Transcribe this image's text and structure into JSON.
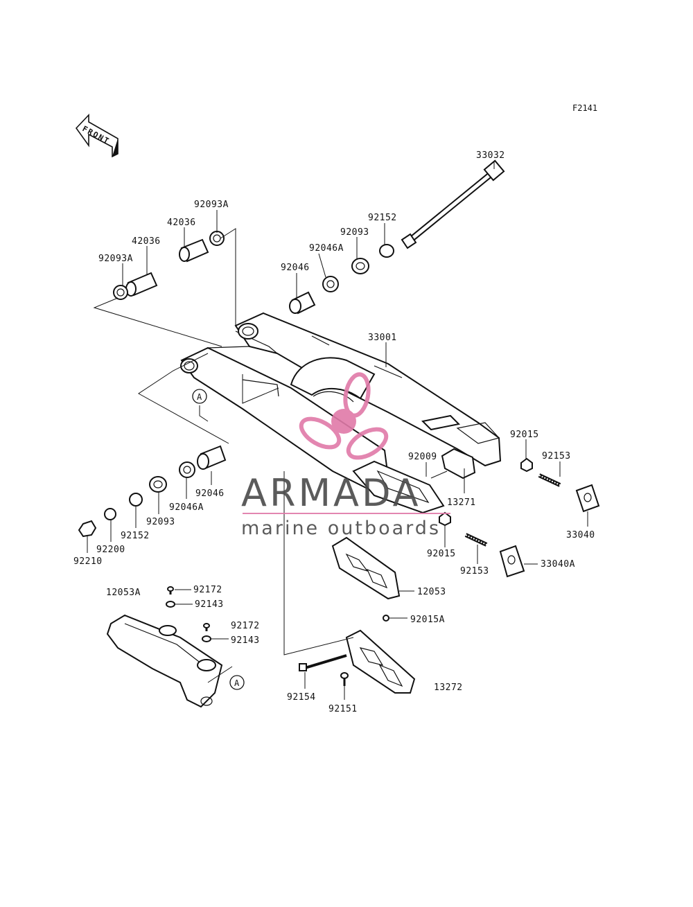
{
  "diagram": {
    "figure_code": "F2141",
    "front_arrow_text": "FRONT",
    "ref_marker": "A",
    "labels": {
      "p33032": "33032",
      "p92093A_top": "92093A",
      "p42036_top": "42036",
      "p92152_top": "92152",
      "p92093_top": "92093",
      "p42036_mid": "42036",
      "p92046A_top": "92046A",
      "p92093A_left": "92093A",
      "p92046_top": "92046",
      "p33001": "33001",
      "p92015_right": "92015",
      "p92153_right": "92153",
      "p92009": "92009",
      "p13271": "13271",
      "p33040": "33040",
      "p92046_low": "92046",
      "p92046A_low": "92046A",
      "p92093_low": "92093",
      "p92152_low": "92152",
      "p92200": "92200",
      "p92210": "92210",
      "p92015_mid": "92015",
      "p92153_mid": "92153",
      "p33040A": "33040A",
      "p12053A": "12053A",
      "p92172_a": "92172",
      "p92143_a": "92143",
      "p12053": "12053",
      "p92015A": "92015A",
      "p92172_b": "92172",
      "p92143_b": "92143",
      "p13272": "13272",
      "p92154": "92154",
      "p92151": "92151"
    }
  },
  "watermark": {
    "brand": "ARMADA",
    "tagline": "marine outboards",
    "color_dark": "#4a4a4a",
    "color_accent": "#e07aa8"
  }
}
